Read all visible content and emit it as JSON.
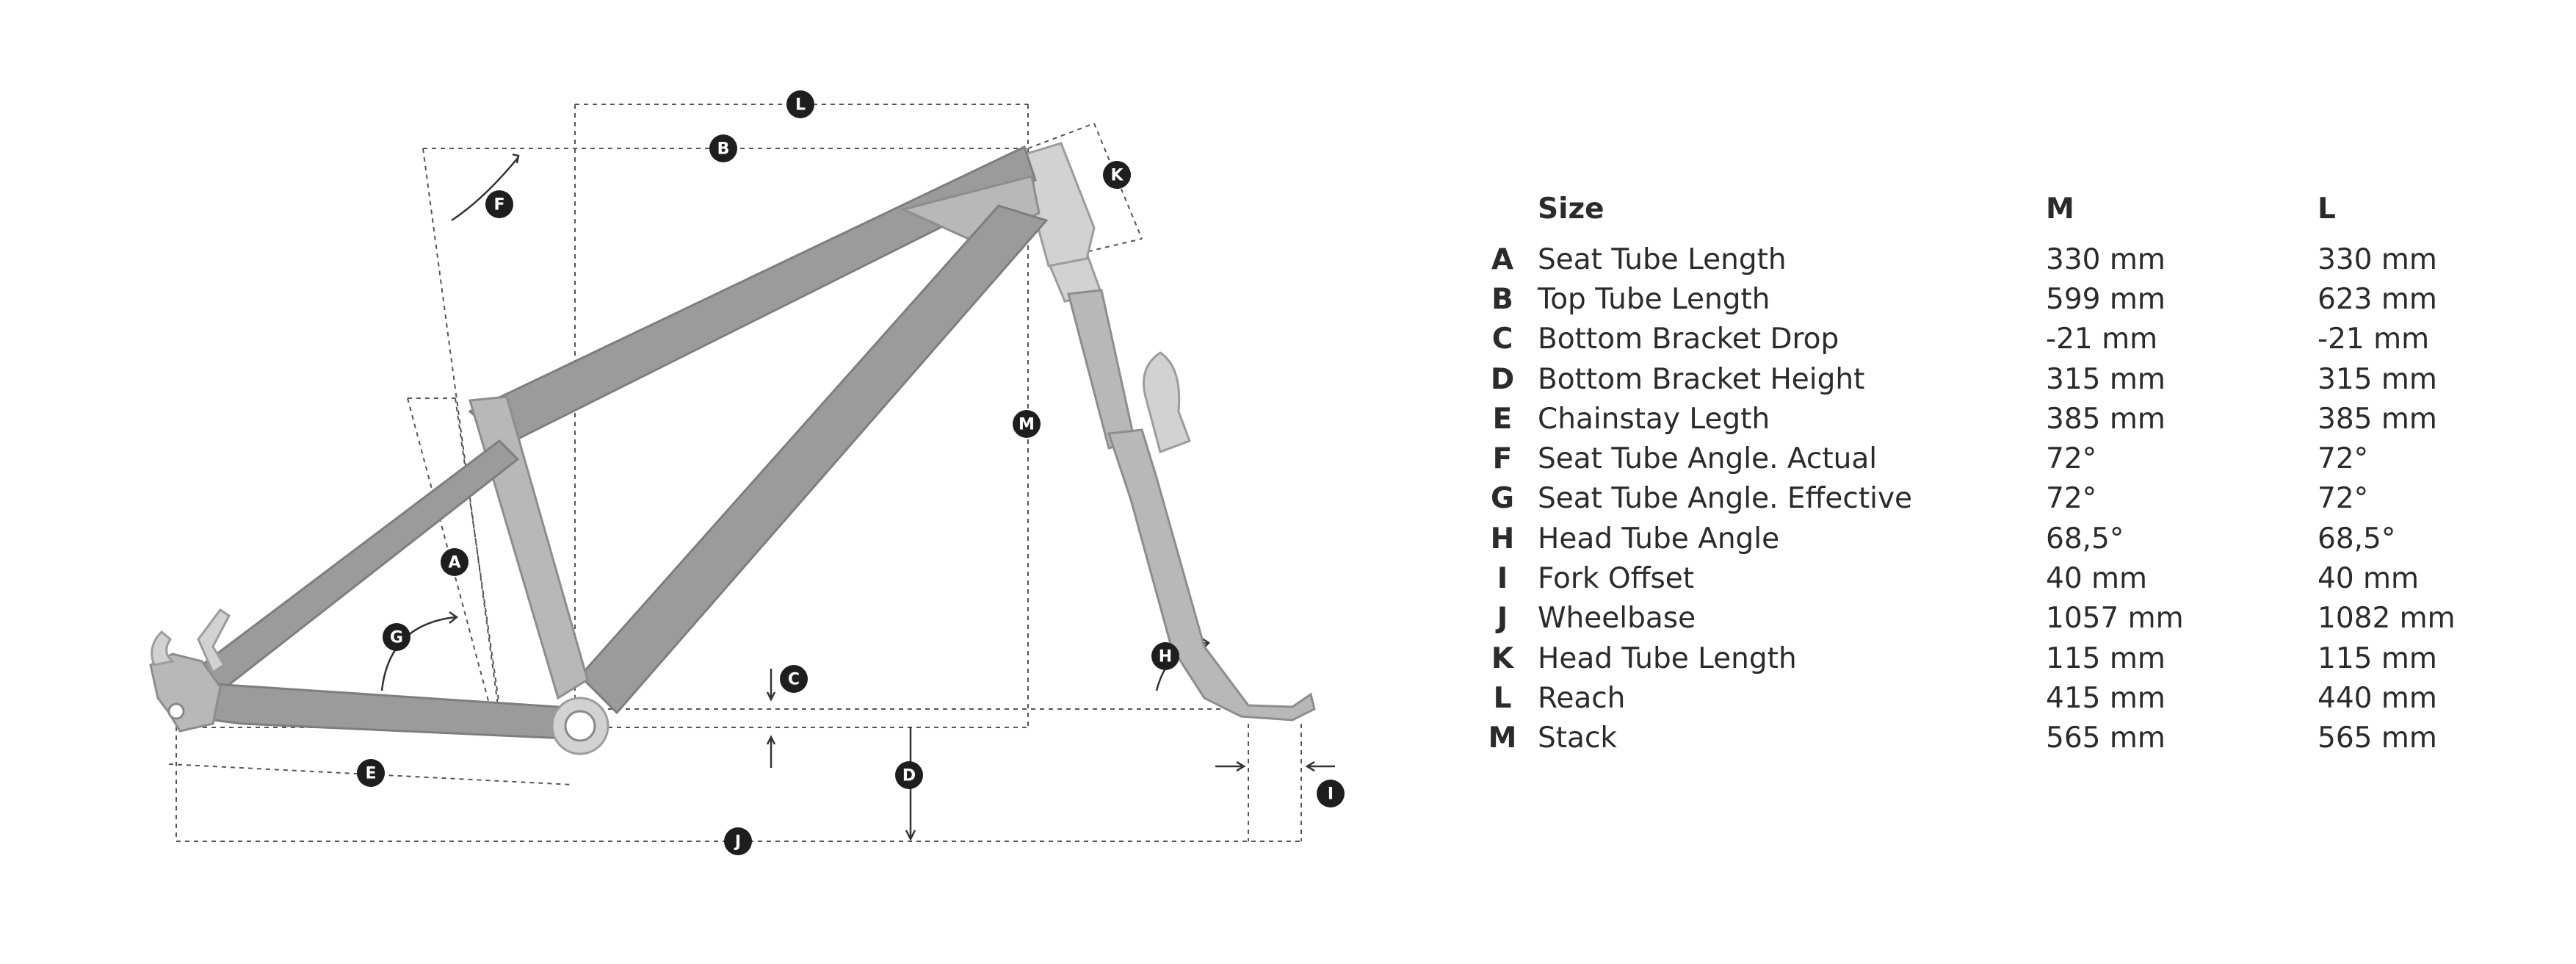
{
  "diagram": {
    "markers": [
      "L",
      "B",
      "K",
      "F",
      "M",
      "A",
      "G",
      "C",
      "H",
      "D",
      "E",
      "I",
      "J"
    ]
  },
  "table": {
    "headers": {
      "size": "Size",
      "m": "M",
      "l": "L"
    },
    "rows": [
      {
        "key": "A",
        "name": "Seat Tube Length",
        "m": "330 mm",
        "l": "330 mm"
      },
      {
        "key": "B",
        "name": "Top Tube Length",
        "m": "599 mm",
        "l": "623 mm"
      },
      {
        "key": "C",
        "name": "Bottom Bracket Drop",
        "m": "-21 mm",
        "l": "-21 mm"
      },
      {
        "key": "D",
        "name": "Bottom Bracket Height",
        "m": "315 mm",
        "l": "315 mm"
      },
      {
        "key": "E",
        "name": "Chainstay Legth",
        "m": "385 mm",
        "l": "385 mm"
      },
      {
        "key": "F",
        "name": "Seat Tube Angle. Actual",
        "m": "72°",
        "l": "72°"
      },
      {
        "key": "G",
        "name": "Seat Tube Angle. Effective",
        "m": "72°",
        "l": "72°"
      },
      {
        "key": "H",
        "name": "Head Tube Angle",
        "m": "68,5°",
        "l": "68,5°"
      },
      {
        "key": "I",
        "name": "Fork Offset",
        "m": "40 mm",
        "l": "40 mm"
      },
      {
        "key": "J",
        "name": "Wheelbase",
        "m": "1057 mm",
        "l": "1082 mm"
      },
      {
        "key": "K",
        "name": "Head Tube Length",
        "m": "115 mm",
        "l": "115 mm"
      },
      {
        "key": "L",
        "name": "Reach",
        "m": "415 mm",
        "l": "440 mm"
      },
      {
        "key": "M",
        "name": "Stack",
        "m": "565 mm",
        "l": "565 mm"
      }
    ]
  }
}
